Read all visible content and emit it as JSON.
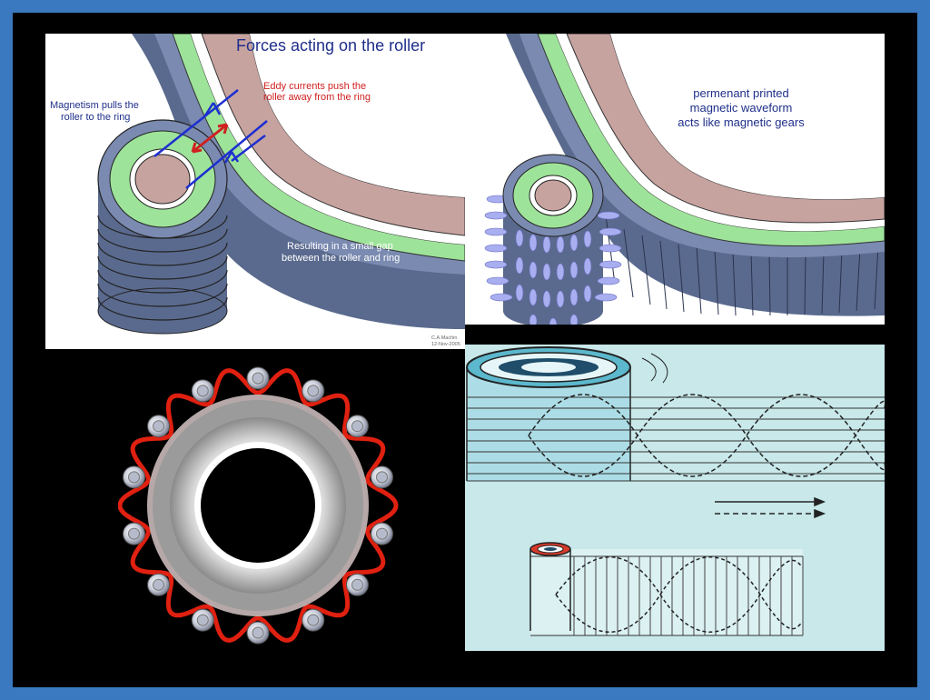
{
  "roller_forces": {
    "title": "Forces acting on the roller",
    "magnetism_label": [
      "Magnetism pulls the",
      "roller to the ring"
    ],
    "eddy_label": [
      "Eddy currents push the",
      "roller away from the ring"
    ],
    "gap_label": [
      "Resulting in a small gap",
      "between the roller and ring"
    ],
    "credit": [
      "C.A.Machin",
      "12-Nov-2005"
    ]
  },
  "magnetic_gears": {
    "caption": [
      "permenant printed",
      "magnetic waveform",
      "acts like magnetic gears"
    ]
  },
  "colors": {
    "frame_border": "#3a78bf",
    "background": "#000000",
    "ring_gray": "#5a6a8e",
    "ring_green": "#9ee39a",
    "ring_pink": "#c7a3a0",
    "title_blue": "#1f2f8a",
    "eddy_red": "#d02020",
    "wave_red": "#e02010",
    "paper_cyan": "#c8e8ea"
  }
}
